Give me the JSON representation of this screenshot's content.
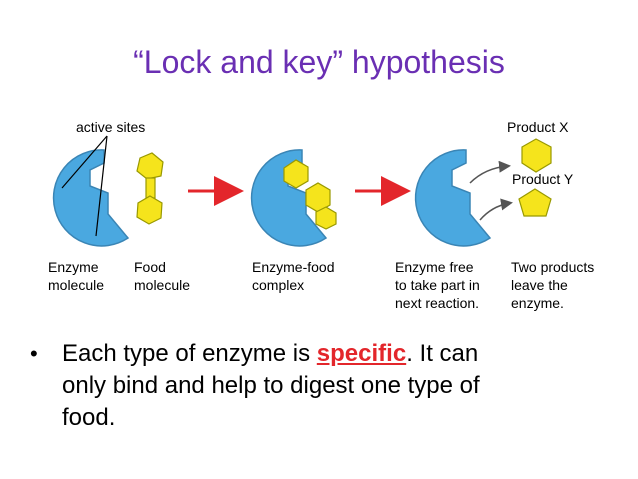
{
  "title": "“Lock and key” hypothesis",
  "labels": {
    "active_sites": "active sites",
    "product_x": "Product X",
    "product_y": "Product Y",
    "enzyme_molecule": [
      "Enzyme",
      "molecule"
    ],
    "food_molecule": [
      "Food",
      "molecule"
    ],
    "enzyme_food_complex": [
      "Enzyme-food",
      "complex"
    ],
    "enzyme_free": [
      "Enzyme free",
      "to take part in",
      "next reaction."
    ],
    "two_products": [
      "Two products",
      "leave the",
      "enzyme."
    ]
  },
  "bullet": {
    "symbol": "•",
    "line1_before": "Each type of enzyme is ",
    "line1_highlight": "specific",
    "line1_after": ". It can",
    "line2": "only bind and help to digest one type of",
    "line3": "food."
  },
  "colors": {
    "title": "#6a2fb3",
    "enzyme": "#4aa8e0",
    "food": "#f5e41c",
    "arrow": "#e3262b",
    "highlight": "#e3262b"
  }
}
